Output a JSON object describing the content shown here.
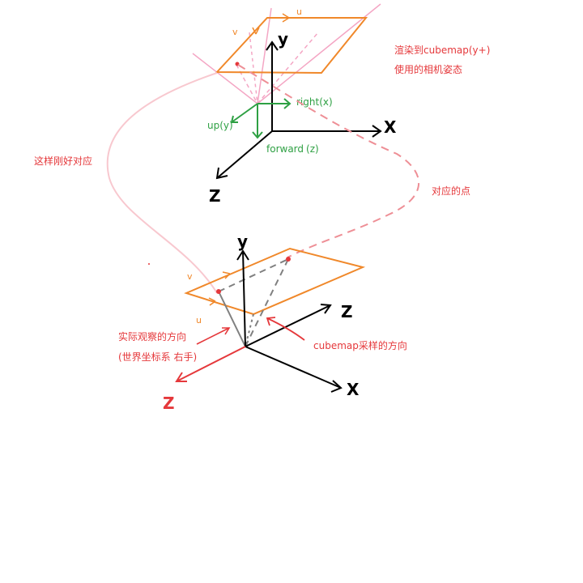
{
  "top": {
    "title_line1": "渲染到cubemap(y+)",
    "title_line2": "使用的相机姿态",
    "label_u": "u",
    "label_v": "v",
    "right_label": "right(x)",
    "up_label": "up(y)",
    "forward_label": "forward",
    "forward_suffix": "(z)",
    "axis_y": "y",
    "axis_x": "X",
    "axis_z": "Z"
  },
  "middle": {
    "left_note": "这样刚好对应",
    "right_note": "对应的点"
  },
  "bottom": {
    "label_v": "v",
    "label_u": "u",
    "axis_y": "y",
    "axis_z_back": "Z",
    "axis_x": "X",
    "axis_z_front": "Z",
    "observe_line1": "实际观察的方向",
    "observe_line2": "(世界坐标系 右手)",
    "sample_label": "cubemap采样的方向"
  },
  "colors": {
    "orange": "#f0882a",
    "pink": "#f4a6c4",
    "light_pink": "#f8c8cf",
    "salmon": "#ee8f96",
    "green": "#2ea043",
    "red": "#e5383b",
    "black": "#000000",
    "gray": "#808080"
  }
}
